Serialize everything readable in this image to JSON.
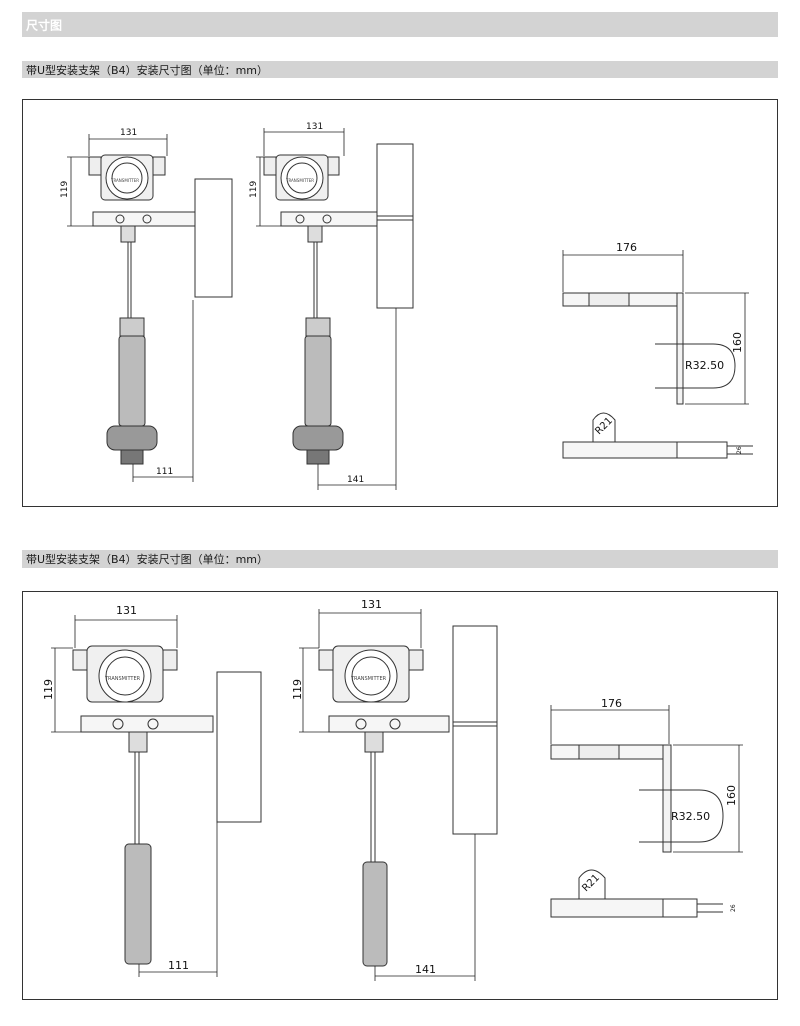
{
  "header": {
    "title": "尺寸图"
  },
  "sections": [
    {
      "title": "带U型安装支架（B4）安装尺寸图（单位：mm）",
      "dims": {
        "w": "131",
        "h": "119",
        "off1": "111",
        "off2": "141",
        "bw": "176",
        "bh": "160",
        "r1": "R32.50",
        "r2": "R21",
        "t": "26"
      }
    },
    {
      "title": "带U型安装支架（B4）安装尺寸图（单位：mm）",
      "dims": {
        "w": "131",
        "h": "119",
        "off1": "111",
        "off2": "141",
        "bw": "176",
        "bh": "160",
        "r1": "R32.50",
        "r2": "R21",
        "t": "26"
      }
    }
  ],
  "label": {
    "transmitter": "TRANSMITTER"
  }
}
